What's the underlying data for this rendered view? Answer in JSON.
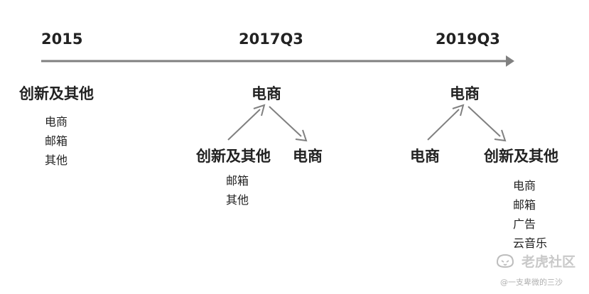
{
  "timeline": {
    "years": [
      "2015",
      "2017Q3",
      "2019Q3"
    ],
    "line_color": "#808080"
  },
  "stage_2015": {
    "group": "创新及其他",
    "items": [
      "电商",
      "邮箱",
      "其他"
    ]
  },
  "stage_2017q3": {
    "top": "电商",
    "left": "创新及其他",
    "right": "电商",
    "left_items": [
      "邮箱",
      "其他"
    ]
  },
  "stage_2019q3": {
    "top": "电商",
    "left": "电商",
    "right": "创新及其他",
    "right_items": [
      "电商",
      "邮箱",
      "广告",
      "云音乐"
    ]
  },
  "watermark": {
    "logo_icon": "tiger-head-icon",
    "brand": "老虎社区",
    "user": "@一支卑微的三沙"
  }
}
